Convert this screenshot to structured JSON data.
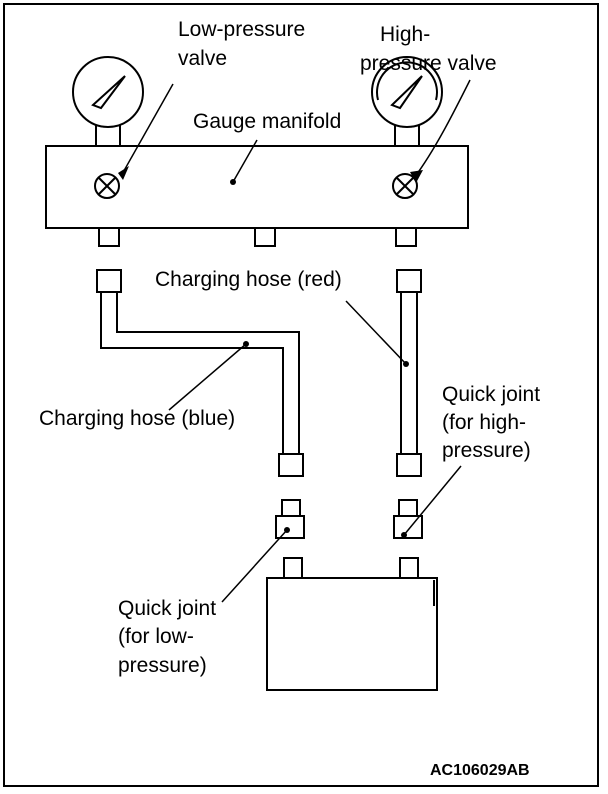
{
  "labels": {
    "low_pressure_valve": [
      "Low-pressure",
      "valve"
    ],
    "high_pressure_valve": [
      "High-",
      "pressure valve"
    ],
    "gauge_manifold": "Gauge manifold",
    "charging_hose_red": "Charging hose (red)",
    "charging_hose_blue": "Charging hose (blue)",
    "quick_joint_high": [
      "Quick joint",
      "(for high-",
      "pressure)"
    ],
    "quick_joint_low": [
      "Quick joint",
      "(for low-",
      "pressure)"
    ]
  },
  "figure_code": "AC106029AB"
}
